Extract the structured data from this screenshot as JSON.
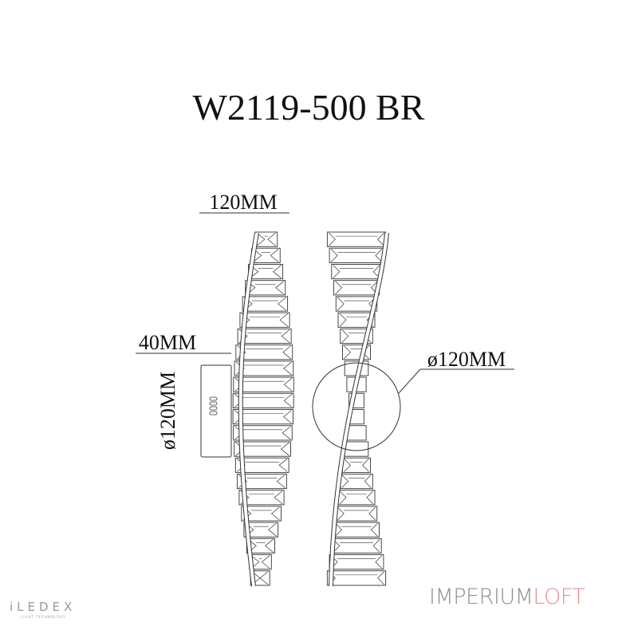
{
  "title": "W2119-500 BR",
  "dimensions": {
    "width_top": "120MM",
    "depth": "40MM",
    "canopy_diameter_side": "ø120MM",
    "canopy_diameter_front": "ø120MM"
  },
  "logos": {
    "left": {
      "name": "iLEDEX",
      "tagline": "LIGHT TECHNOLOGY"
    },
    "right": {
      "part1": "IMPERIUM",
      "part2": "LOFT",
      "colors": {
        "part1": "#8e8e8e",
        "part2": "#e58f93"
      }
    }
  }
}
